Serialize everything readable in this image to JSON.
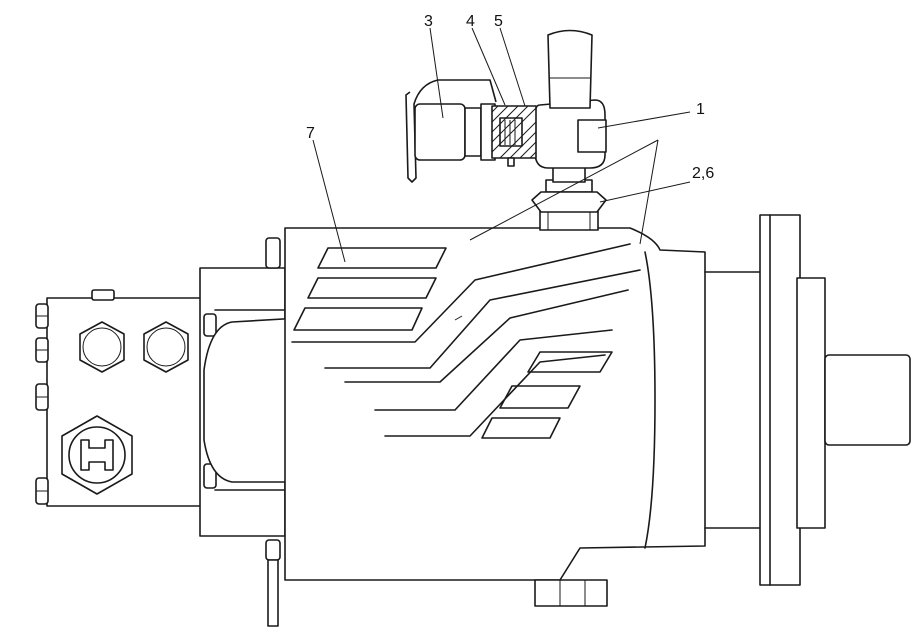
{
  "callouts": {
    "c1": "1",
    "c26": "2,6",
    "c3": "3",
    "c4": "4",
    "c5": "5",
    "c7": "7"
  },
  "colors": {
    "line": "#1a1a1a",
    "background": "#ffffff"
  }
}
